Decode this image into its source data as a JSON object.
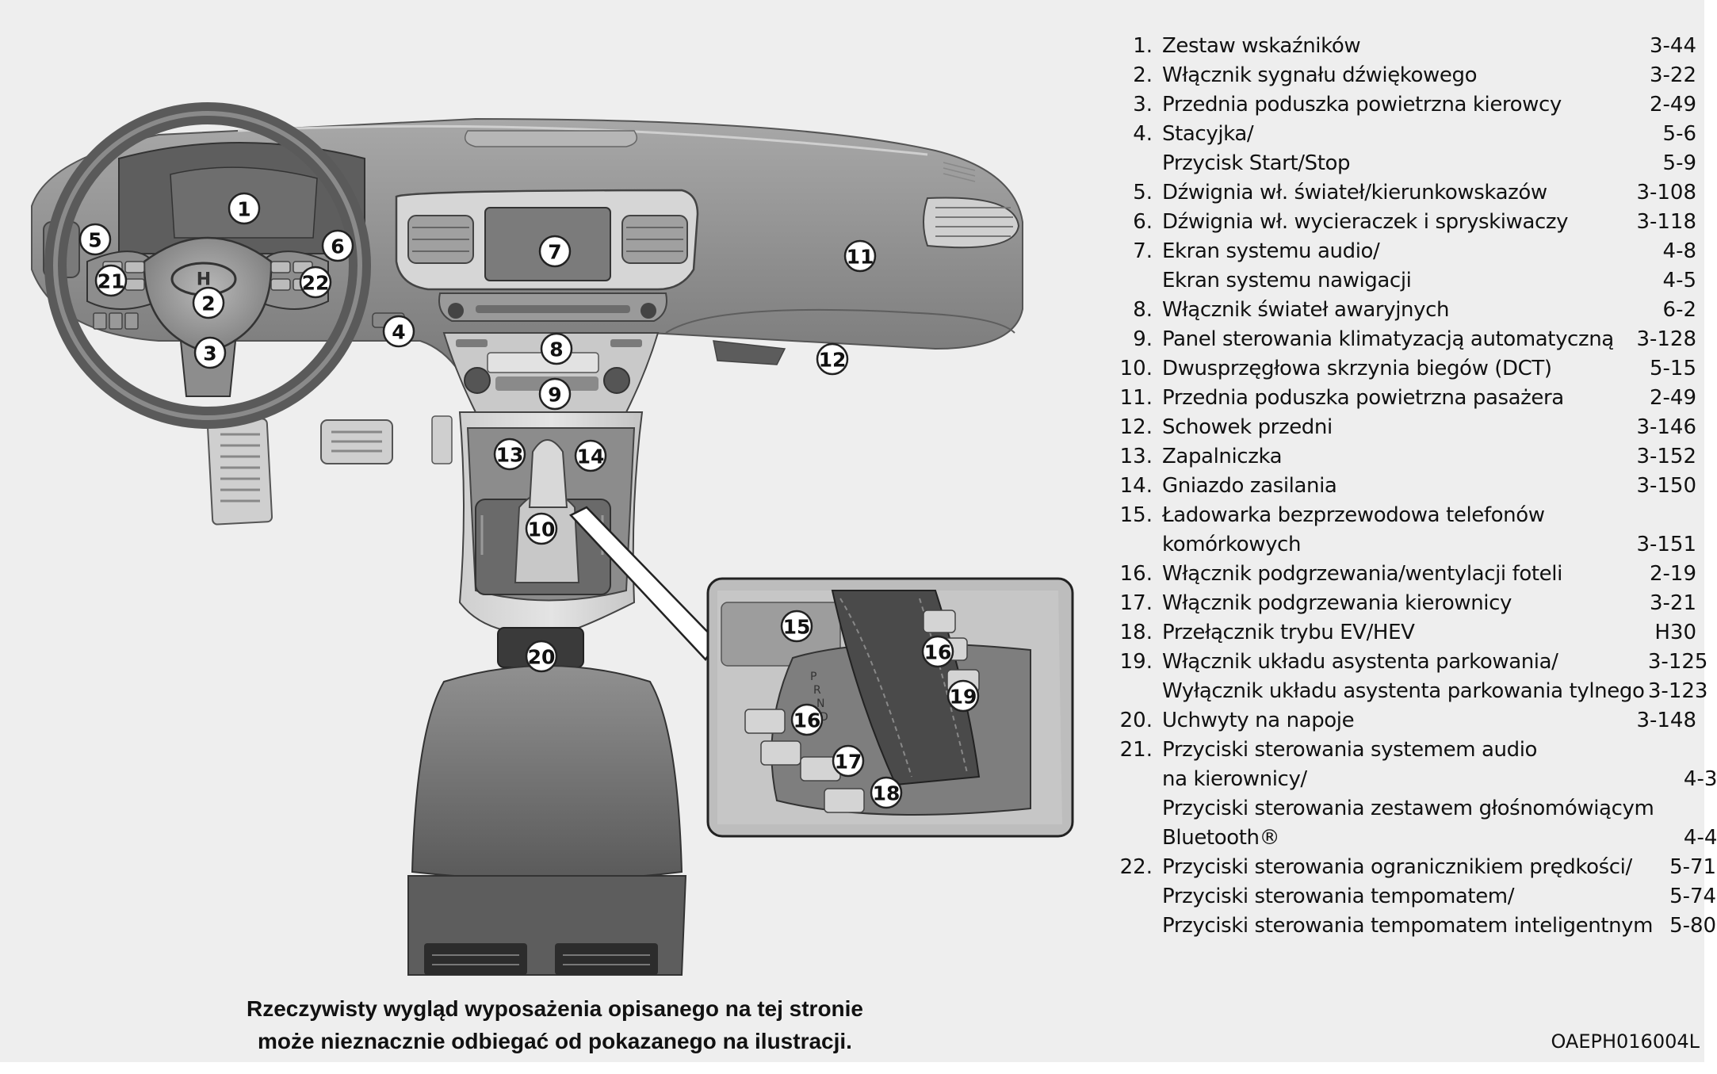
{
  "caption": {
    "line1": "Rzeczywisty wygląd wyposażenia opisanego na tej stronie",
    "line2": "może nieznacznie odbiegać od pokazanego na ilustracji."
  },
  "figure_code": "OAEPH016004L",
  "callouts": [
    "1",
    "2",
    "3",
    "4",
    "5",
    "6",
    "7",
    "8",
    "9",
    "10",
    "11",
    "12",
    "13",
    "14",
    "15",
    "16",
    "17",
    "18",
    "19",
    "20",
    "21",
    "22"
  ],
  "legend": [
    {
      "num": "1.",
      "lines": [
        {
          "text": "Zestaw wskaźników",
          "page": "3-44"
        }
      ]
    },
    {
      "num": "2.",
      "lines": [
        {
          "text": "Włącznik sygnału dźwiękowego",
          "page": "3-22"
        }
      ]
    },
    {
      "num": "3.",
      "lines": [
        {
          "text": "Przednia poduszka powietrzna kierowcy",
          "page": "2-49"
        }
      ]
    },
    {
      "num": "4.",
      "lines": [
        {
          "text": "Stacyjka/",
          "page": "5-6"
        },
        {
          "text": "Przycisk Start/Stop",
          "page": "5-9"
        }
      ]
    },
    {
      "num": "5.",
      "lines": [
        {
          "text": "Dźwignia wł. świateł/kierunkowskazów",
          "page": "3-108"
        }
      ]
    },
    {
      "num": "6.",
      "lines": [
        {
          "text": "Dźwignia wł. wycieraczek i spryskiwaczy",
          "page": "3-118"
        }
      ]
    },
    {
      "num": "7.",
      "lines": [
        {
          "text": "Ekran systemu audio/",
          "page": "4-8"
        },
        {
          "text": "Ekran systemu nawigacji",
          "page": "4-5"
        }
      ]
    },
    {
      "num": "8.",
      "lines": [
        {
          "text": "Włącznik świateł awaryjnych",
          "page": "6-2"
        }
      ]
    },
    {
      "num": "9.",
      "lines": [
        {
          "text": "Panel sterowania klimatyzacją automatyczną",
          "page": "3-128"
        }
      ]
    },
    {
      "num": "10.",
      "lines": [
        {
          "text": "Dwusprzęgłowa skrzynia biegów (DCT)",
          "page": "5-15"
        }
      ]
    },
    {
      "num": "11.",
      "lines": [
        {
          "text": "Przednia poduszka powietrzna pasażera",
          "page": "2-49"
        }
      ]
    },
    {
      "num": "12.",
      "lines": [
        {
          "text": "Schowek przedni",
          "page": "3-146"
        }
      ]
    },
    {
      "num": "13.",
      "lines": [
        {
          "text": "Zapalniczka",
          "page": "3-152"
        }
      ]
    },
    {
      "num": "14.",
      "lines": [
        {
          "text": "Gniazdo zasilania",
          "page": "3-150"
        }
      ]
    },
    {
      "num": "15.",
      "lines": [
        {
          "text": "Ładowarka bezprzewodowa telefonów",
          "page": ""
        },
        {
          "text": "komórkowych",
          "page": "3-151"
        }
      ]
    },
    {
      "num": "16.",
      "lines": [
        {
          "text": "Włącznik podgrzewania/wentylacji foteli",
          "page": "2-19"
        }
      ]
    },
    {
      "num": "17.",
      "lines": [
        {
          "text": "Włącznik podgrzewania kierownicy",
          "page": "3-21"
        }
      ]
    },
    {
      "num": "18.",
      "lines": [
        {
          "text": "Przełącznik trybu EV/HEV",
          "page": "H30"
        }
      ]
    },
    {
      "num": "19.",
      "lines": [
        {
          "text": "Włącznik układu asystenta parkowania/",
          "page": "3-125"
        },
        {
          "text": "Wyłącznik układu asystenta parkowania tylnego",
          "page": "3-123"
        }
      ]
    },
    {
      "num": "20.",
      "lines": [
        {
          "text": "Uchwyty na napoje",
          "page": "3-148"
        }
      ]
    },
    {
      "num": "21.",
      "lines": [
        {
          "text": "Przyciski sterowania systemem audio",
          "page": ""
        },
        {
          "text": "na kierownicy/",
          "page": "4-3"
        },
        {
          "text": "Przyciski sterowania zestawem głośnomówiącym",
          "page": ""
        },
        {
          "text": "Bluetooth®",
          "page": "4-4"
        }
      ]
    },
    {
      "num": "22.",
      "lines": [
        {
          "text": "Przyciski sterowania ogranicznikiem prędkości/",
          "page": "5-71"
        },
        {
          "text": "Przyciski sterowania tempomatem/",
          "page": "5-74"
        },
        {
          "text": "Przyciski sterowania tempomatem inteligentnym",
          "page": "5-80"
        }
      ]
    }
  ]
}
